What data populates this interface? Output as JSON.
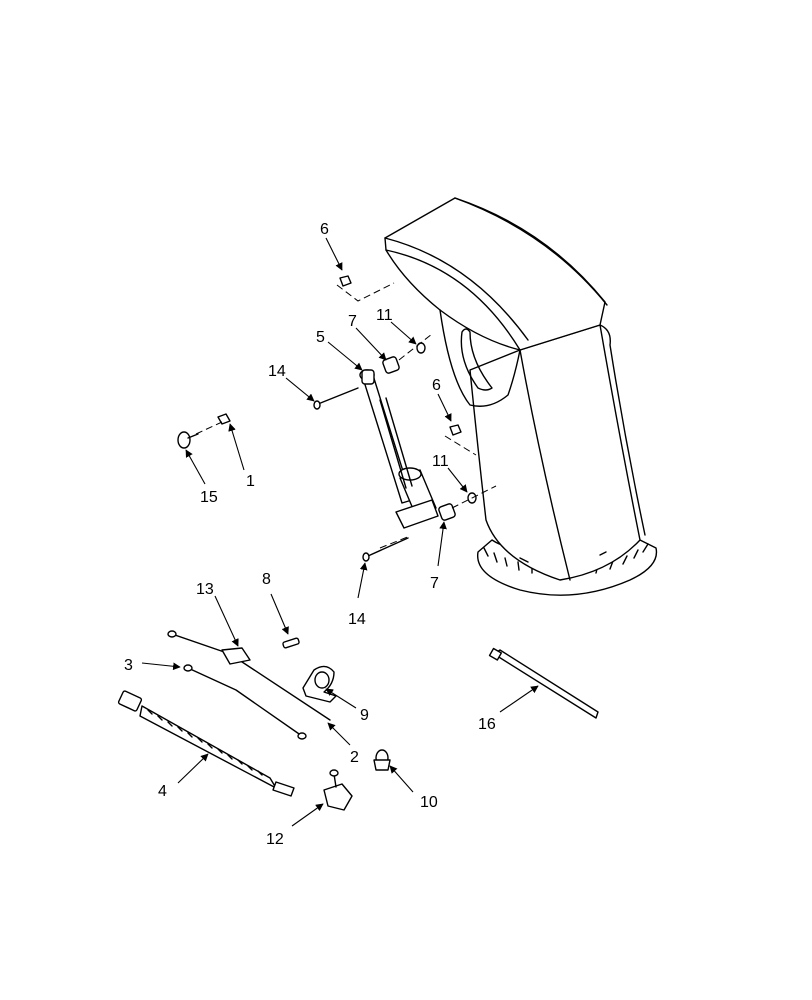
{
  "callouts": {
    "c1": "1",
    "c2": "2",
    "c3": "3",
    "c4": "4",
    "c5": "5",
    "c6a": "6",
    "c6b": "6",
    "c7a": "7",
    "c7b": "7",
    "c8": "8",
    "c9": "9",
    "c10": "10",
    "c11a": "11",
    "c11b": "11",
    "c12": "12",
    "c13": "13",
    "c14a": "14",
    "c14b": "14",
    "c15": "15",
    "c16": "16"
  },
  "colors": {
    "line": "#000000",
    "background": "#ffffff"
  }
}
